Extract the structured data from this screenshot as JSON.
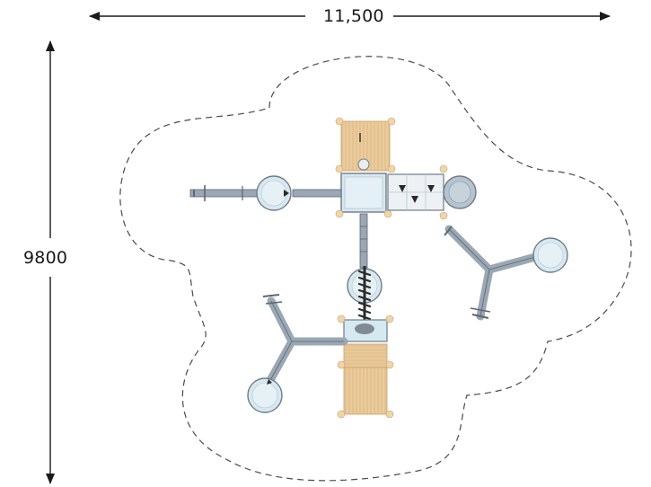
{
  "dimensions": {
    "width_label": "11,500",
    "depth_label": "9800"
  },
  "colors": {
    "safety_zone_outline": "#4a4a4a",
    "dimension_line": "#1a1a1a",
    "wood_deck": "#e8c897",
    "wood_post": "#f0d5a8",
    "metal_frame": "#9aa7b4",
    "metal_dark": "#5d6670",
    "panel_glass": "#d6e8f0",
    "dark_accent": "#2a2a2a"
  },
  "components": [
    {
      "name": "upper-wood-platform",
      "kind": "deck"
    },
    {
      "name": "upper-tower-roof",
      "kind": "roof"
    },
    {
      "name": "left-horizontal-bridge",
      "kind": "bridge"
    },
    {
      "name": "left-round-platform",
      "kind": "round-platform"
    },
    {
      "name": "climbing-wall-panel",
      "kind": "climbing-panel"
    },
    {
      "name": "right-round-platform",
      "kind": "round-platform"
    },
    {
      "name": "center-vertical-bridge",
      "kind": "bridge"
    },
    {
      "name": "center-round-platform",
      "kind": "round-platform"
    },
    {
      "name": "spiral-climber",
      "kind": "climber"
    },
    {
      "name": "lower-tower-roof",
      "kind": "roof"
    },
    {
      "name": "lower-wood-platform",
      "kind": "deck"
    },
    {
      "name": "right-y-junction",
      "kind": "bridge-junction"
    },
    {
      "name": "far-right-round-platform",
      "kind": "round-platform"
    },
    {
      "name": "left-y-junction",
      "kind": "bridge-junction"
    },
    {
      "name": "bottom-left-round-platform",
      "kind": "round-platform"
    }
  ]
}
